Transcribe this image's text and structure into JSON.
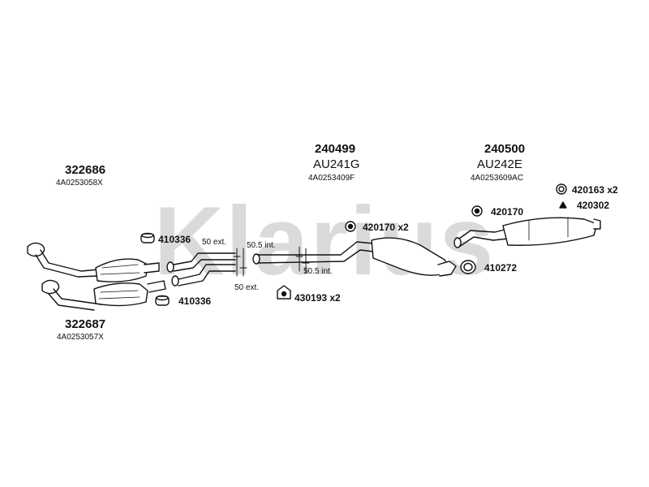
{
  "watermark": {
    "text": "Klarius",
    "color": "#d9d9d9"
  },
  "groups": [
    {
      "part": "322686",
      "oem": "4A0253058X"
    },
    {
      "part": "322687",
      "oem": "4A0253057X"
    },
    {
      "part": "240499",
      "sub": "AU241G",
      "oem": "4A0253409F"
    },
    {
      "part": "240500",
      "sub": "AU242E",
      "oem": "4A0253609AC"
    }
  ],
  "fittings": [
    {
      "label": "410336",
      "icon": "clamp-ring-icon"
    },
    {
      "label": "410336",
      "icon": "clamp-ring-icon"
    },
    {
      "label": "420170 x2",
      "icon": "rubber-mount-icon"
    },
    {
      "label": "430193 x2",
      "icon": "bracket-icon"
    },
    {
      "label": "420170",
      "icon": "rubber-mount-icon"
    },
    {
      "label": "410272",
      "icon": "gasket-ring-icon"
    },
    {
      "label": "420163 x2",
      "icon": "o-ring-icon"
    },
    {
      "label": "420302",
      "icon": "rubber-cone-icon"
    }
  ],
  "dimensions": {
    "ext_top": "50 ext.",
    "int_top": "50.5 int.",
    "int_bottom": "50.5 int.",
    "ext_bottom": "50 ext."
  },
  "colors": {
    "line": "#111111",
    "fill": "#ffffff"
  }
}
